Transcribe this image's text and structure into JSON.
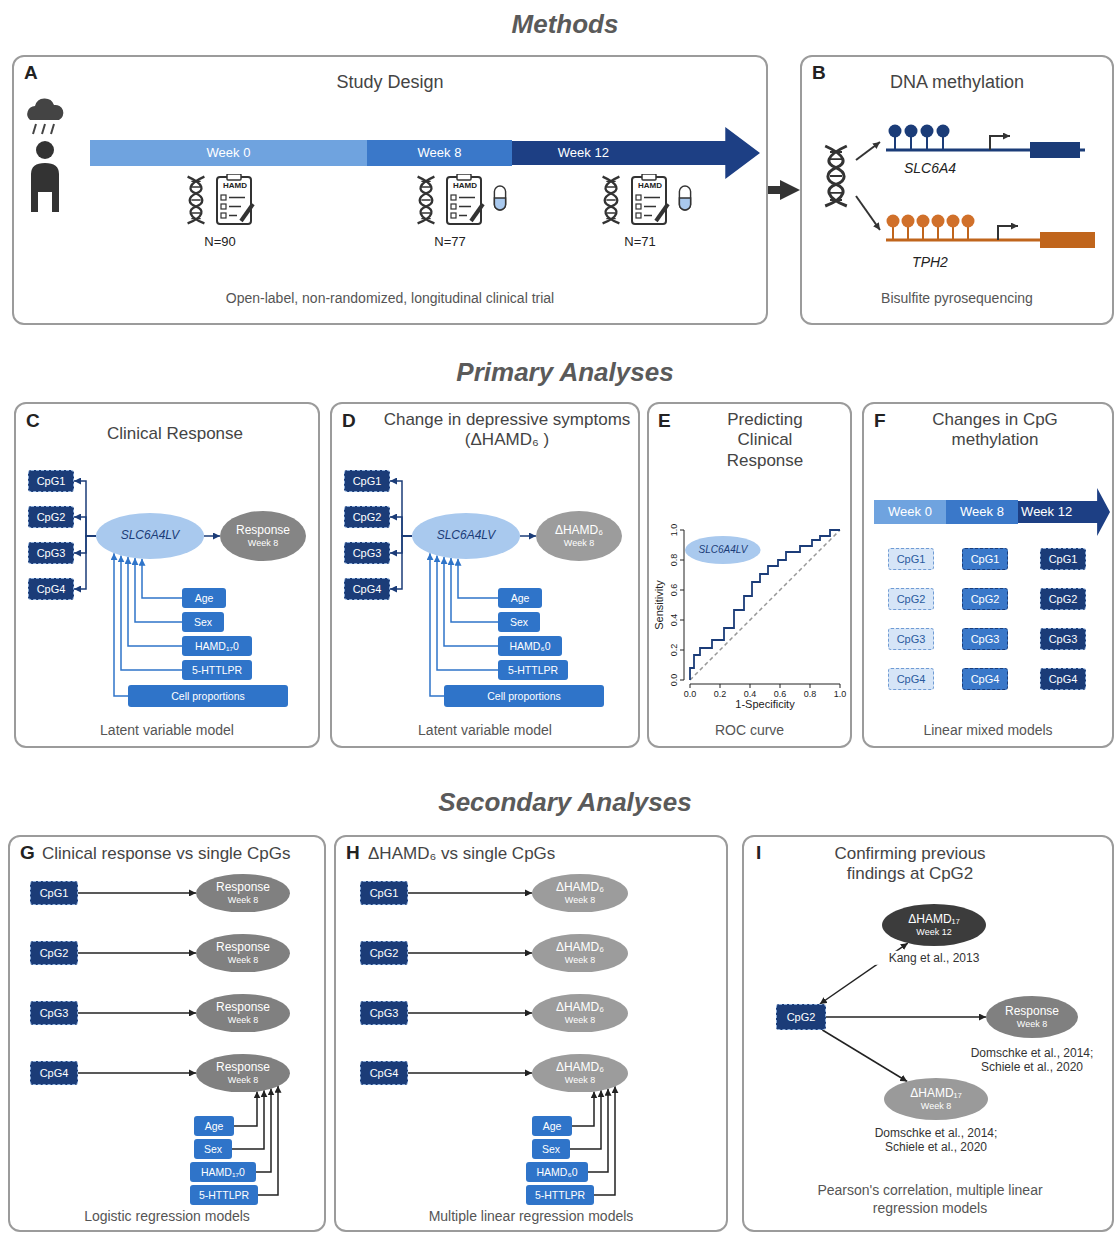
{
  "diagram": {
    "nodes": [
      {
        "text": [
          "A",
          "Study Design",
          "Open-label, non-randomized, longitudinal clinical trial"
        ]
      },
      {
        "text": [
          "Week 0"
        ],
        "in": 0
      },
      {
        "text": [
          "Week 8"
        ],
        "in": 0
      },
      {
        "text": [
          "Week 12"
        ],
        "in": 0
      },
      {
        "text": [
          "B",
          "DNA methylation",
          "Bisulfite pyrosequencing"
        ]
      },
      {
        "text": [
          "C",
          "Clinical Response",
          "Latent variable model"
        ]
      },
      {
        "text": [
          "CpG1"
        ],
        "in": 5
      },
      {
        "text": [
          "CpG2"
        ],
        "in": 5
      },
      {
        "text": [
          "CpG3"
        ],
        "in": 5
      },
      {
        "text": [
          "CpG4"
        ],
        "in": 5
      },
      {
        "text": [
          "SLC6A4LV"
        ],
        "in": 5
      },
      {
        "text": [
          "Response",
          "Week 8"
        ],
        "in": 5
      },
      {
        "text": [
          "Age"
        ],
        "in": 5
      },
      {
        "text": [
          "Sex"
        ],
        "in": 5
      },
      {
        "text": [
          "HAMD₁₇0"
        ],
        "in": 5
      },
      {
        "text": [
          "5-HTTLPR"
        ],
        "in": 5
      },
      {
        "text": [
          "Cell proportions"
        ],
        "in": 5
      },
      {
        "text": [
          "D",
          "Change in depressive symptoms (ΔHAMD₆ )",
          "Latent variable model"
        ]
      },
      {
        "text": [
          "CpG1"
        ],
        "in": 17
      },
      {
        "text": [
          "CpG2"
        ],
        "in": 17
      },
      {
        "text": [
          "CpG3"
        ],
        "in": 17
      },
      {
        "text": [
          "CpG4"
        ],
        "in": 17
      },
      {
        "text": [
          "SLC6A4LV"
        ],
        "in": 17
      },
      {
        "text": [
          "ΔHAMD₆",
          "Week 8"
        ],
        "in": 17
      },
      {
        "text": [
          "Age"
        ],
        "in": 17
      },
      {
        "text": [
          "Sex"
        ],
        "in": 17
      },
      {
        "text": [
          "HAMD₆0"
        ],
        "in": 17
      },
      {
        "text": [
          "5-HTTLPR"
        ],
        "in": 17
      },
      {
        "text": [
          "Cell proportions"
        ],
        "in": 17
      },
      {
        "text": [
          "E",
          "Predicting Clinical Response",
          "ROC curve"
        ]
      },
      {
        "text": [
          "SLC6A4LV"
        ],
        "in": 29
      },
      {
        "text": [
          "F",
          "Changes in CpG methylation",
          "Linear mixed models"
        ]
      },
      {
        "text": [
          "Week 0"
        ],
        "in": 31
      },
      {
        "text": [
          "Week 8"
        ],
        "in": 31
      },
      {
        "text": [
          "Week 12"
        ],
        "in": 31
      },
      {
        "text": [
          "CpG1"
        ],
        "in": 31
      },
      {
        "text": [
          "CpG2"
        ],
        "in": 31
      },
      {
        "text": [
          "CpG3"
        ],
        "in": 31
      },
      {
        "text": [
          "CpG4"
        ],
        "in": 31
      },
      {
        "text": [
          "CpG1"
        ],
        "in": 31
      },
      {
        "text": [
          "CpG2"
        ],
        "in": 31
      },
      {
        "text": [
          "CpG3"
        ],
        "in": 31
      },
      {
        "text": [
          "CpG4"
        ],
        "in": 31
      },
      {
        "text": [
          "CpG1"
        ],
        "in": 31
      },
      {
        "text": [
          "CpG2"
        ],
        "in": 31
      },
      {
        "text": [
          "CpG3"
        ],
        "in": 31
      },
      {
        "text": [
          "CpG4"
        ],
        "in": 31
      },
      {
        "text": [
          "G",
          "Clinical response vs single CpGs",
          "Logistic regression models"
        ]
      },
      {
        "text": [
          "CpG1"
        ],
        "in": 47
      },
      {
        "text": [
          "Response",
          "Week 8"
        ],
        "in": 47
      },
      {
        "text": [
          "CpG2"
        ],
        "in": 47
      },
      {
        "text": [
          "Response",
          "Week 8"
        ],
        "in": 47
      },
      {
        "text": [
          "CpG3"
        ],
        "in": 47
      },
      {
        "text": [
          "Response",
          "Week 8"
        ],
        "in": 47
      },
      {
        "text": [
          "CpG4"
        ],
        "in": 47
      },
      {
        "text": [
          "Response",
          "Week 8"
        ],
        "in": 47
      },
      {
        "text": [
          "Age"
        ],
        "in": 47
      },
      {
        "text": [
          "Sex"
        ],
        "in": 47
      },
      {
        "text": [
          "HAMD₁₇0"
        ],
        "in": 47
      },
      {
        "text": [
          "5-HTTLPR"
        ],
        "in": 47
      },
      {
        "text": [
          "H",
          "ΔHAMD₆ vs single CpGs",
          "Multiple linear regression models"
        ]
      },
      {
        "text": [
          "CpG1"
        ],
        "in": 60
      },
      {
        "text": [
          "ΔHAMD₆",
          "Week 8"
        ],
        "in": 60
      },
      {
        "text": [
          "CpG2"
        ],
        "in": 60
      },
      {
        "text": [
          "ΔHAMD₆",
          "Week 8"
        ],
        "in": 60
      },
      {
        "text": [
          "CpG3"
        ],
        "in": 60
      },
      {
        "text": [
          "ΔHAMD₆",
          "Week 8"
        ],
        "in": 60
      },
      {
        "text": [
          "CpG4"
        ],
        "in": 60
      },
      {
        "text": [
          "ΔHAMD₆",
          "Week 8"
        ],
        "in": 60
      },
      {
        "text": [
          "Age"
        ],
        "in": 60
      },
      {
        "text": [
          "Sex"
        ],
        "in": 60
      },
      {
        "text": [
          "HAMD₆0"
        ],
        "in": 60
      },
      {
        "text": [
          "5-HTTLPR"
        ],
        "in": 60
      },
      {
        "text": [
          "I",
          "Confirming previous findings at CpG2",
          "Pearson's correlation, multiple linear regression models"
        ]
      },
      {
        "text": [
          "ΔHAMD₁₇",
          "Week 12"
        ],
        "in": 73
      },
      {
        "text": [
          "CpG2"
        ],
        "in": 73
      },
      {
        "text": [
          "Response",
          "Week 8"
        ],
        "in": 73
      },
      {
        "text": [
          "ΔHAMD₁₇",
          "Week 8"
        ],
        "in": 73
      }
    ],
    "edges": [
      {
        "from": 0,
        "to": 4,
        "arrow": "to"
      },
      {
        "from": 10,
        "to": 6,
        "arrow": "to"
      },
      {
        "from": 10,
        "to": 7,
        "arrow": "to"
      },
      {
        "from": 10,
        "to": 8,
        "arrow": "to"
      },
      {
        "from": 10,
        "to": 9,
        "arrow": "to"
      },
      {
        "from": 10,
        "to": 11,
        "arrow": "to"
      },
      {
        "from": 12,
        "to": 10,
        "arrow": "to"
      },
      {
        "from": 13,
        "to": 10,
        "arrow": "to"
      },
      {
        "from": 14,
        "to": 10,
        "arrow": "to"
      },
      {
        "from": 15,
        "to": 10,
        "arrow": "to"
      },
      {
        "from": 16,
        "to": 10,
        "arrow": "to"
      },
      {
        "from": 22,
        "to": 18,
        "arrow": "to"
      },
      {
        "from": 22,
        "to": 19,
        "arrow": "to"
      },
      {
        "from": 22,
        "to": 20,
        "arrow": "to"
      },
      {
        "from": 22,
        "to": 21,
        "arrow": "to"
      },
      {
        "from": 22,
        "to": 23,
        "arrow": "to"
      },
      {
        "from": 24,
        "to": 22,
        "arrow": "to"
      },
      {
        "from": 25,
        "to": 22,
        "arrow": "to"
      },
      {
        "from": 26,
        "to": 22,
        "arrow": "to"
      },
      {
        "from": 27,
        "to": 22,
        "arrow": "to"
      },
      {
        "from": 28,
        "to": 22,
        "arrow": "to"
      },
      {
        "from": 48,
        "to": 49,
        "arrow": "to"
      },
      {
        "from": 50,
        "to": 51,
        "arrow": "to"
      },
      {
        "from": 52,
        "to": 53,
        "arrow": "to"
      },
      {
        "from": 54,
        "to": 55,
        "arrow": "to"
      },
      {
        "from": 56,
        "to": 55,
        "arrow": "to"
      },
      {
        "from": 57,
        "to": 55,
        "arrow": "to"
      },
      {
        "from": 58,
        "to": 55,
        "arrow": "to"
      },
      {
        "from": 59,
        "to": 55,
        "arrow": "to"
      },
      {
        "from": 61,
        "to": 62,
        "arrow": "to"
      },
      {
        "from": 63,
        "to": 64,
        "arrow": "to"
      },
      {
        "from": 65,
        "to": 66,
        "arrow": "to"
      },
      {
        "from": 67,
        "to": 68,
        "arrow": "to"
      },
      {
        "from": 69,
        "to": 68,
        "arrow": "to"
      },
      {
        "from": 70,
        "to": 68,
        "arrow": "to"
      },
      {
        "from": 71,
        "to": 68,
        "arrow": "to"
      },
      {
        "from": 72,
        "to": 68,
        "arrow": "to"
      },
      {
        "from": 75,
        "to": 74,
        "arrow": "both"
      },
      {
        "from": 75,
        "to": 76,
        "arrow": "to"
      },
      {
        "from": 75,
        "to": 77,
        "arrow": "to"
      }
    ],
    "labels": [
      "Methods",
      "Primary Analyses",
      "Secondary Analyses",
      "HAMD",
      "HAMD",
      "HAMD",
      "N=90",
      "N=77",
      "N=71",
      "SLC6A4",
      "TPH2",
      "Sensitivity",
      "1-Specificity",
      "0.0",
      "0.2",
      "0.4",
      "0.6",
      "0.8",
      "1.0",
      "0.0",
      "0.2",
      "0.4",
      "0.6",
      "0.8",
      "1.0",
      "Kang et al., 2013",
      "Domschke et al., 2014; Schiele et al., 2020",
      "Domschke et al., 2014; Schiele et al., 2020"
    ]
  }
}
